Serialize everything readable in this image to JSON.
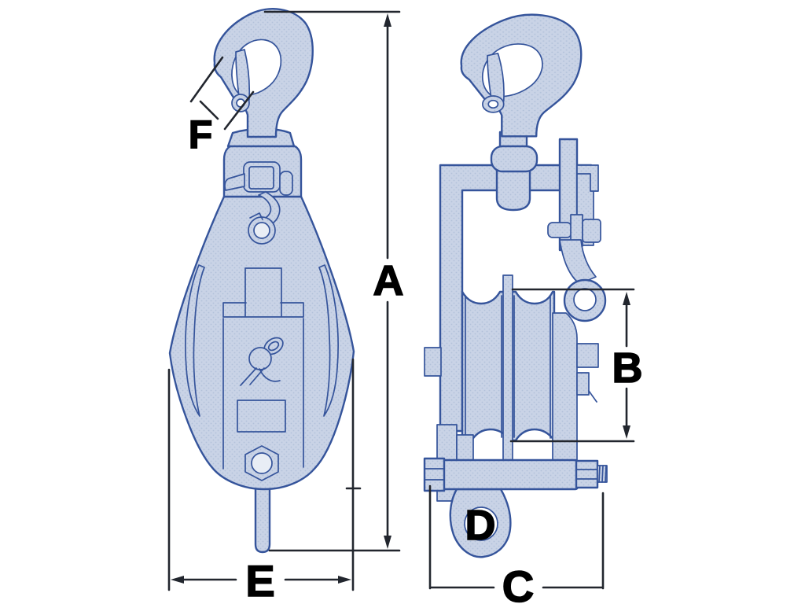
{
  "figure": {
    "type": "technical-dimension-diagram",
    "subject": "pulley block with swivel hook, two orthographic views",
    "colors": {
      "background": "#ffffff",
      "part_fill": "#c9d3e6",
      "part_stipple": "#b2c1da",
      "part_outline": "#35549b",
      "dimension_lines": "#22262e",
      "label_text": "#000000"
    },
    "views": {
      "front": {
        "position": "left",
        "dimension_labels": [
          "A",
          "E",
          "F"
        ]
      },
      "side": {
        "position": "right",
        "dimension_labels": [
          "B",
          "C",
          "D"
        ]
      }
    },
    "labels": {
      "A": "A",
      "B": "B",
      "C": "C",
      "D": "D",
      "E": "E",
      "F": "F"
    }
  }
}
